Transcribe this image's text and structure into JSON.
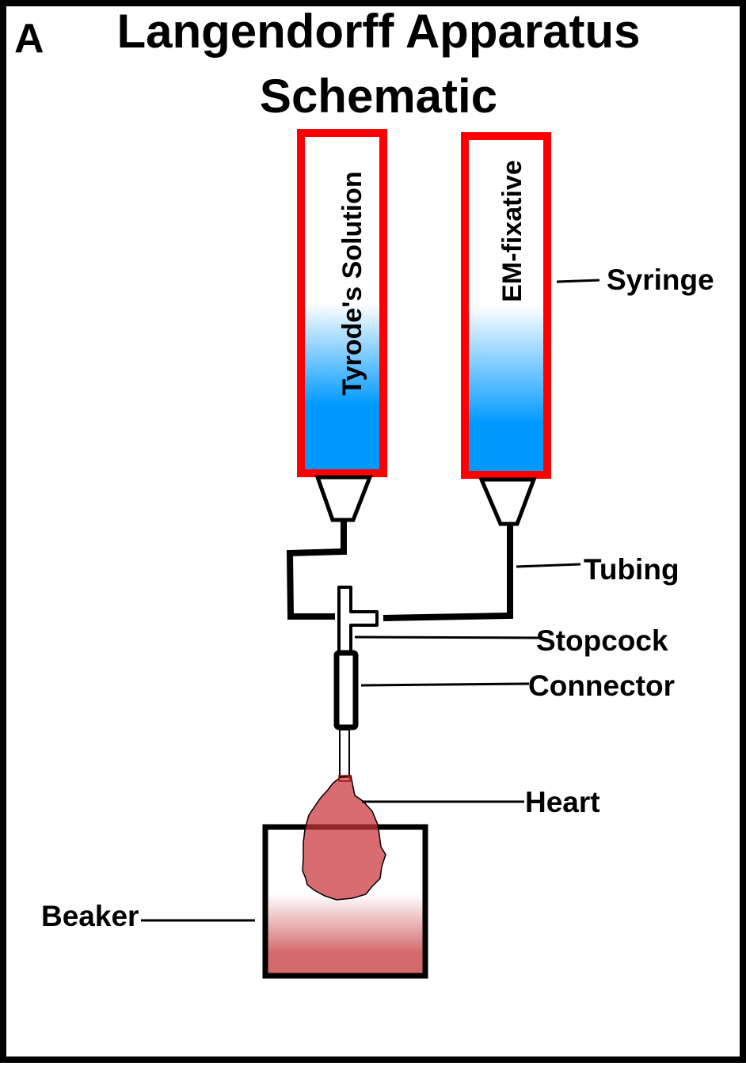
{
  "panel_letter": "A",
  "title": {
    "line1": "Langendorff Apparatus",
    "line2": "Schematic"
  },
  "syringes": [
    {
      "id": "tyrode",
      "label": "Tyrode's Solution",
      "fill_fraction": 0.6
    },
    {
      "id": "fixative",
      "label": "EM-fixative",
      "fill_fraction": 0.55
    }
  ],
  "labels": {
    "syringe": "Syringe",
    "tubing": "Tubing",
    "stopcock": "Stopcock",
    "connector": "Connector",
    "heart": "Heart",
    "beaker": "Beaker"
  },
  "colors": {
    "syringe_border": "#ff0000",
    "solution_blue": "#0099ff",
    "heart": "#d4696a",
    "beaker_fluid": "#d4696a",
    "outline": "#000000"
  }
}
